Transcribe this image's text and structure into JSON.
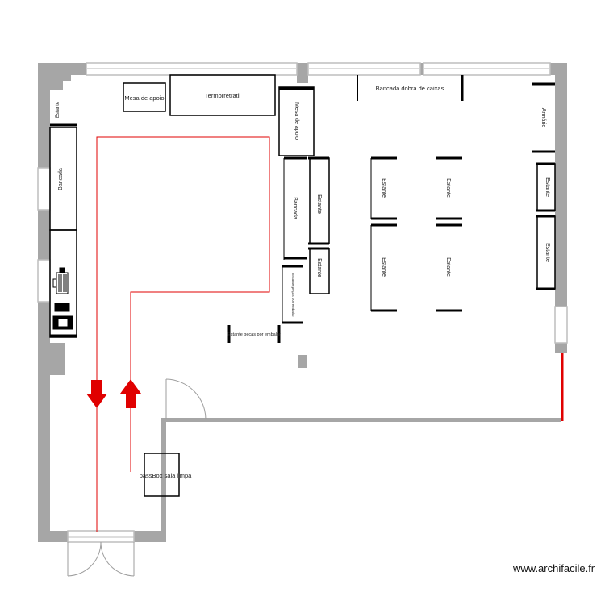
{
  "labels": {
    "mesa_apoio_top": "Mesa de apoio",
    "termorretratil": "Termorretratil",
    "bancada_dobra": "Bancada dobra de caixas",
    "estante_topleft": "Estante",
    "mesa_apoio_vertical": "Mesa de apoio",
    "armario": "Armário",
    "bancada_left": "Bancada",
    "bancada_center": "Bancada",
    "estante_small_1": "Estante",
    "estante_small_2": "Estante",
    "estante_col1_top": "Estante",
    "estante_col1_bottom": "Estante",
    "estante_col2_top": "Estante",
    "estante_col2_bottom": "Estante",
    "estante_right_top": "Estante",
    "estante_right_bottom": "Estante",
    "estante_pecas_vertical": "Estante peças por embalar",
    "estante_pecas_horizontal": "Estante peças por embalar",
    "passbox": "passBox sala limpa"
  },
  "colors": {
    "wall": "#a6a6a6",
    "furniture": "#000000",
    "route": "#e00000",
    "arrow": "#e00000",
    "window": "#bdbdbd"
  },
  "icons": {
    "arrow_down": "red-arrow-down-icon",
    "arrow_up": "red-arrow-up-icon",
    "door": "door-swing-icon",
    "machine": "machine-icon"
  },
  "watermark": "www.archifacile.fr"
}
